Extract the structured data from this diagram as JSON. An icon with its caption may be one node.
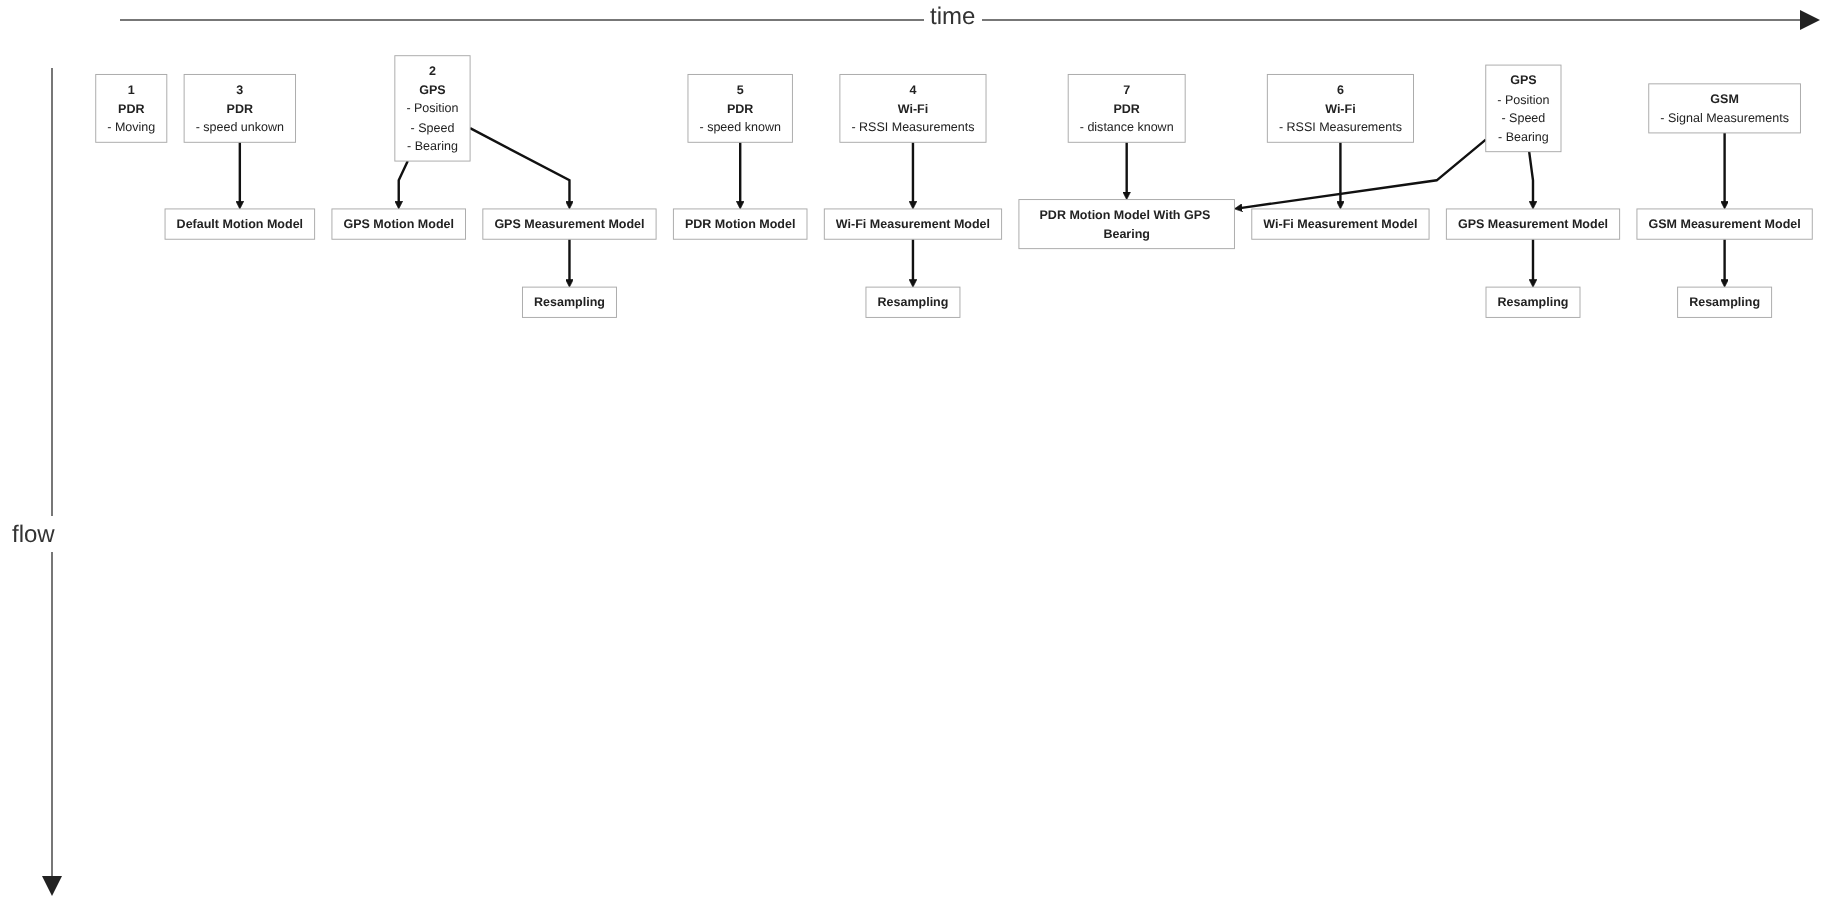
{
  "diagram": {
    "nodes": [
      {
        "text": [
          "1",
          "PDR",
          "- Moving"
        ]
      },
      {
        "text": [
          "2",
          "GPS",
          "- Position",
          "- Speed",
          "- Bearing"
        ]
      },
      {
        "text": [
          "3",
          "PDR",
          "- speed unkown"
        ]
      },
      {
        "text": [
          "4",
          "Wi-Fi",
          "- RSSI Measurements"
        ]
      },
      {
        "text": [
          "5",
          "PDR",
          "- speed known"
        ]
      },
      {
        "text": [
          "6",
          "Wi-Fi",
          "- RSSI Measurements"
        ]
      },
      {
        "text": [
          "7",
          "PDR",
          "- distance known"
        ]
      },
      {
        "text": [
          "GSM",
          "- Signal Measurements"
        ]
      },
      {
        "text": [
          "GPS",
          "- Position",
          "- Speed",
          "- Bearing"
        ]
      },
      {
        "text": [
          "GPS Motion Model"
        ]
      },
      {
        "text": [
          "Default Motion Model"
        ]
      },
      {
        "text": [
          "PDR Motion Model"
        ]
      },
      {
        "text": [
          "GPS Measurement Model"
        ]
      },
      {
        "text": [
          "Wi-Fi Measurement Model"
        ]
      },
      {
        "text": [
          "PDR Motion Model With GPS Bearing"
        ]
      },
      {
        "text": [
          "Wi-Fi Measurement Model"
        ]
      },
      {
        "text": [
          "GSM Measurement Model"
        ]
      },
      {
        "text": [
          "GPS Measurement Model"
        ]
      },
      {
        "text": [
          "Resampling"
        ]
      },
      {
        "text": [
          "Resampling"
        ]
      },
      {
        "text": [
          "Resampling"
        ]
      },
      {
        "text": [
          "Resampling"
        ]
      }
    ],
    "edges": [
      {
        "from": 1,
        "to": 9,
        "arrow": "to"
      },
      {
        "from": 1,
        "to": 12,
        "arrow": "to"
      },
      {
        "from": 2,
        "to": 10,
        "arrow": "to"
      },
      {
        "from": 3,
        "to": 13,
        "arrow": "to"
      },
      {
        "from": 4,
        "to": 11,
        "arrow": "to"
      },
      {
        "from": 5,
        "to": 15,
        "arrow": "to"
      },
      {
        "from": 7,
        "to": 16,
        "arrow": "to"
      },
      {
        "from": 6,
        "to": 14,
        "arrow": "to"
      },
      {
        "from": 8,
        "to": 14,
        "arrow": "to"
      },
      {
        "from": 8,
        "to": 17,
        "arrow": "to"
      },
      {
        "from": 12,
        "to": 18,
        "arrow": "to"
      },
      {
        "from": 13,
        "to": 19,
        "arrow": "to"
      },
      {
        "from": 16,
        "to": 20,
        "arrow": "to"
      },
      {
        "from": 17,
        "to": 21,
        "arrow": "to"
      }
    ],
    "labels": [
      "time",
      "flow"
    ]
  }
}
